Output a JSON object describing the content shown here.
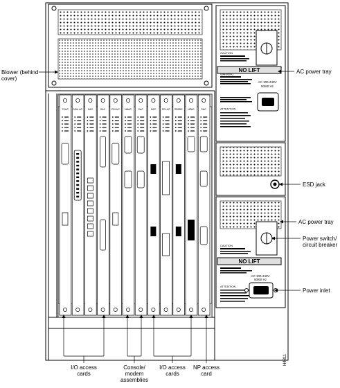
{
  "labels": {
    "blower_line1": "Blower (behind",
    "blower_line2": "cover)",
    "ac_power_tray_top": "AC power tray",
    "esd_jack": "ESD jack",
    "ac_power_tray_bottom": "AC power tray",
    "power_switch_line1": "Power switch/",
    "power_switch_line2": "circuit breaker",
    "power_inlet": "Power inlet",
    "io_cards_left_line1": "I/O access",
    "io_cards_left_line2": "cards",
    "console_line1": "Console/",
    "console_line2": "modem",
    "console_line3": "assemblies",
    "io_cards_right_line1": "I/O access",
    "io_cards_right_line2": "cards",
    "np_card_line1": "NP access",
    "np_card_line2": "card"
  },
  "tray_text": {
    "no_lift_top": "NO LIFT",
    "no_lift_bottom": "NO LIFT",
    "caution_top": "CAUTION",
    "caution_bottom": "CAUTION",
    "warning": "WARNING",
    "attention_top": "ATTENTION",
    "attention_bottom": "ATTENTION",
    "rating_top_1": "AC 100-240V",
    "rating_top_2": "50/60 Hz",
    "rating_bottom_1": "AC 100-240V",
    "rating_bottom_2": "50/60 Hz"
  },
  "card_labels": [
    "TSAC",
    "DSM AC",
    "SAC",
    "SAC",
    "PRI AC",
    "NBAC",
    "SAC",
    "SAC",
    "PRI AC",
    "SPARE",
    "NPAC",
    "SAC"
  ],
  "figure_id": "H4811"
}
